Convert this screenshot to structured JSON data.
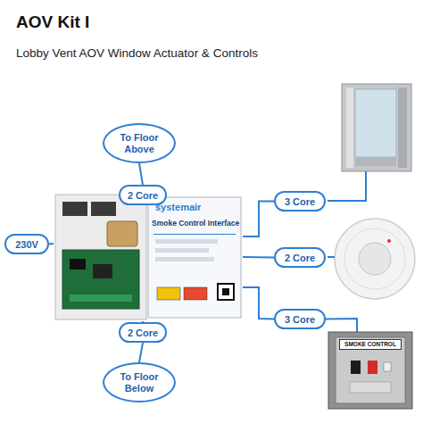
{
  "diagram": {
    "title": "AOV Kit I",
    "caption": "Lobby Vent AOV Window Actuator & Controls",
    "nodes": [
      {
        "text": [
          "To Floor Above"
        ]
      },
      {
        "text": [
          "2 Core"
        ]
      },
      {
        "text": [
          "230V"
        ]
      },
      {
        "text": [
          "systemair",
          "Smoke Control Interface"
        ]
      },
      {
        "text": [
          "3 Core"
        ]
      },
      {
        "text": [
          "2 Core"
        ]
      },
      {
        "text": [
          "3 Core"
        ]
      },
      {
        "text": [
          "2 Core"
        ]
      },
      {
        "text": [
          "To Floor Below"
        ]
      },
      {
        "text": [
          "SMOKE CONTROL"
        ]
      }
    ],
    "edges": [
      {
        "from": 0,
        "to": 1,
        "arrow": "none"
      },
      {
        "from": 1,
        "to": 3,
        "arrow": "none"
      },
      {
        "from": 2,
        "to": 3,
        "arrow": "none"
      },
      {
        "from": 3,
        "to": 4,
        "arrow": "none"
      },
      {
        "from": 3,
        "to": 5,
        "arrow": "none"
      },
      {
        "from": 3,
        "to": 6,
        "arrow": "none"
      },
      {
        "from": 6,
        "to": 9,
        "arrow": "none"
      },
      {
        "from": 3,
        "to": 7,
        "arrow": "none"
      },
      {
        "from": 7,
        "to": 8,
        "arrow": "none"
      }
    ]
  }
}
